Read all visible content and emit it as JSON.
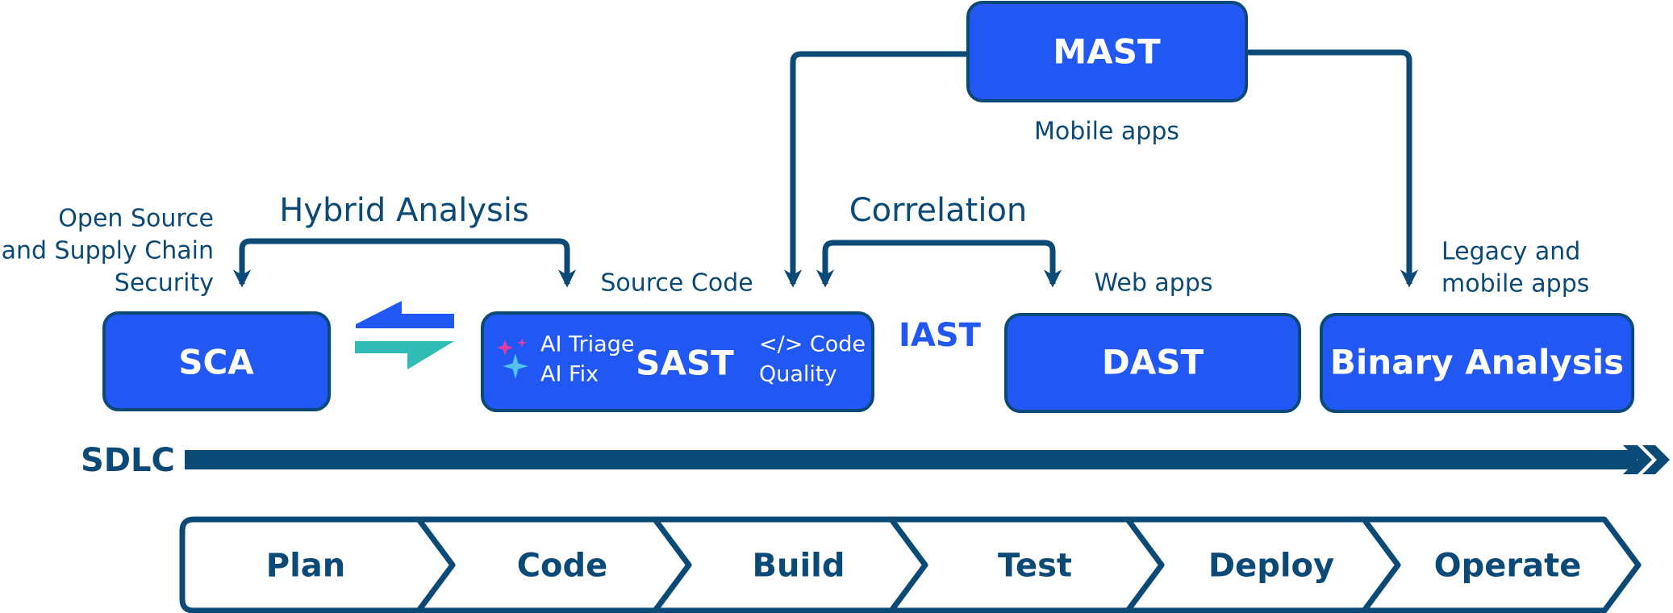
{
  "colors": {
    "box_fill": "#2157f2",
    "box_stroke": "#0b4a76",
    "text_dark": "#0b4a76",
    "iast_text": "#2157f2",
    "teal": "#2fbcb4",
    "sparkle_pink": "#e73aa4",
    "sparkle_blue": "#52c3f0",
    "white": "#ffffff"
  },
  "boxes": {
    "mast": "MAST",
    "sca": "SCA",
    "sast": "SAST",
    "dast": "DAST",
    "binary": "Binary Analysis"
  },
  "sast_extras": {
    "ai_triage": "AI Triage",
    "ai_fix": "AI Fix",
    "code_line1": "</> Code",
    "code_line2": "Quality"
  },
  "labels": {
    "mobile_apps": "Mobile apps",
    "hybrid_analysis": "Hybrid Analysis",
    "correlation": "Correlation",
    "open_source_1": "Open Source",
    "open_source_2": "and Supply Chain",
    "open_source_3": "Security",
    "source_code": "Source Code",
    "web_apps": "Web apps",
    "legacy_1": "Legacy and",
    "legacy_2": "mobile apps",
    "iast": "IAST",
    "sdlc": "SDLC"
  },
  "icons": {
    "swap": "swap-arrows-icon",
    "sparkle": "sparkle-icon",
    "chevrons": "double-chevron-right-icon"
  },
  "phases": [
    "Plan",
    "Code",
    "Build",
    "Test",
    "Deploy",
    "Operate"
  ]
}
